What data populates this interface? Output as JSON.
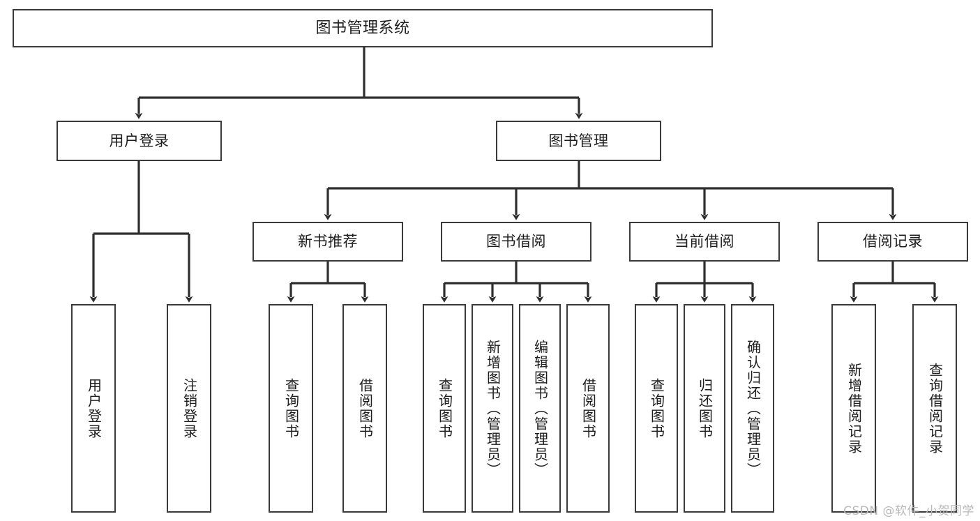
{
  "diagram": {
    "title": "图书管理系统",
    "type": "function-tree",
    "watermark": "CSDN @软件_小贺同学",
    "colors": {
      "box_border": "#3a3a3a",
      "box_fill": "#ffffff",
      "edge": "#2e2e2e",
      "text": "#1d1d1d",
      "watermark": "#b9b9b9",
      "background": "#ffffff"
    },
    "nodes": {
      "root": {
        "label": "图书管理系统"
      },
      "level2": [
        {
          "id": "user-login",
          "label": "用户登录"
        },
        {
          "id": "book-manage",
          "label": "图书管理"
        }
      ],
      "level3": [
        {
          "id": "new-book-recommend",
          "label": "新书推荐"
        },
        {
          "id": "book-borrow",
          "label": "图书借阅"
        },
        {
          "id": "current-borrow",
          "label": "当前借阅"
        },
        {
          "id": "borrow-record",
          "label": "借阅记录"
        }
      ],
      "leaves": [
        {
          "id": "leaf-user-login",
          "label": "用户登录",
          "parent": "user-login"
        },
        {
          "id": "leaf-user-logout",
          "label": "注销登录",
          "parent": "user-login"
        },
        {
          "id": "leaf-query-book-1",
          "label": "查询图书",
          "parent": "new-book-recommend"
        },
        {
          "id": "leaf-borrow-book-1",
          "label": "借阅图书",
          "parent": "new-book-recommend"
        },
        {
          "id": "leaf-query-book-2",
          "label": "查询图书",
          "parent": "book-borrow"
        },
        {
          "id": "leaf-add-book",
          "label": "新增图书（管理员）",
          "parent": "book-borrow"
        },
        {
          "id": "leaf-edit-book",
          "label": "编辑图书（管理员）",
          "parent": "book-borrow"
        },
        {
          "id": "leaf-borrow-book-2",
          "label": "借阅图书",
          "parent": "book-borrow"
        },
        {
          "id": "leaf-query-book-3",
          "label": "查询图书",
          "parent": "current-borrow"
        },
        {
          "id": "leaf-return-book",
          "label": "归还图书",
          "parent": "current-borrow"
        },
        {
          "id": "leaf-confirm-return",
          "label": "确认归还（管理员）",
          "parent": "current-borrow"
        },
        {
          "id": "leaf-add-record",
          "label": "新增借阅记录",
          "parent": "borrow-record"
        },
        {
          "id": "leaf-query-record",
          "label": "查询借阅记录",
          "parent": "borrow-record"
        }
      ]
    }
  }
}
